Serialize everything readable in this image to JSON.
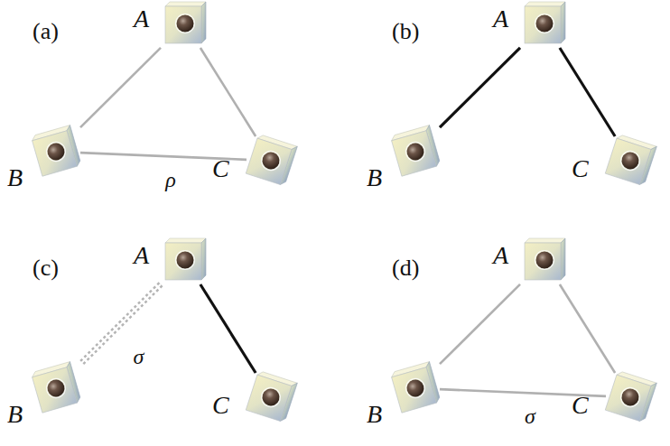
{
  "diagram": {
    "nodes": [
      {
        "text": [
          "A"
        ]
      },
      {
        "text": [
          "B"
        ]
      },
      {
        "text": [
          "C"
        ]
      },
      {
        "text": [
          "A"
        ]
      },
      {
        "text": [
          "B"
        ]
      },
      {
        "text": [
          "C"
        ]
      },
      {
        "text": [
          "A"
        ]
      },
      {
        "text": [
          "B"
        ]
      },
      {
        "text": [
          "C"
        ]
      },
      {
        "text": [
          "A"
        ]
      },
      {
        "text": [
          "B"
        ]
      },
      {
        "text": [
          "C"
        ]
      }
    ],
    "edges": [
      {
        "from": 0,
        "to": 1,
        "arrow": "none"
      },
      {
        "from": 0,
        "to": 2,
        "arrow": "none"
      },
      {
        "from": 1,
        "to": 2,
        "label": "ρ",
        "arrow": "none"
      },
      {
        "from": 3,
        "to": 4,
        "arrow": "none"
      },
      {
        "from": 3,
        "to": 5,
        "arrow": "none"
      },
      {
        "from": 6,
        "to": 7,
        "label": "σ",
        "arrow": "none"
      },
      {
        "from": 6,
        "to": 8,
        "arrow": "none"
      },
      {
        "from": 9,
        "to": 10,
        "arrow": "none"
      },
      {
        "from": 9,
        "to": 11,
        "arrow": "none"
      },
      {
        "from": 10,
        "to": 11,
        "label": "σ",
        "arrow": "none"
      }
    ],
    "labels": [
      "(a)",
      "(b)",
      "(c)",
      "(d)"
    ]
  }
}
